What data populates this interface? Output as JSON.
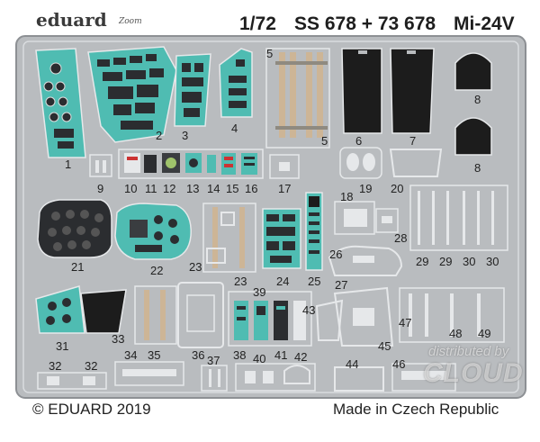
{
  "header": {
    "brand": "eduard",
    "brand_sub": "Zoom",
    "scale": "1/72",
    "set_number": "SS 678 + 73 678",
    "aircraft": "Mi-24V"
  },
  "footer": {
    "copyright": "© EDUARD 2019",
    "origin": "Made in Czech Republic"
  },
  "watermark": {
    "line1": "distributed by",
    "line2": "CLOUD"
  },
  "part_numbers": [
    "1",
    "2",
    "3",
    "4",
    "5",
    "5",
    "6",
    "7",
    "8",
    "8",
    "9",
    "10",
    "11",
    "12",
    "13",
    "14",
    "15",
    "16",
    "17",
    "18",
    "19",
    "20",
    "21",
    "22",
    "23",
    "23",
    "24",
    "25",
    "26",
    "27",
    "28",
    "29",
    "29",
    "30",
    "30",
    "31",
    "32",
    "32",
    "33",
    "34",
    "35",
    "36",
    "37",
    "38",
    "39",
    "40",
    "41",
    "42",
    "43",
    "44",
    "45",
    "46",
    "47",
    "48",
    "49"
  ],
  "colors": {
    "fret_metal": "#b9bcbf",
    "frame_edge": "#8d9094",
    "panel_teal": "#4fbcb2",
    "instrument_dark": "#2b2d30",
    "belt_tan": "#cdb596",
    "film_black": "#1c1c1c",
    "outline_light": "#e6e8ea"
  }
}
